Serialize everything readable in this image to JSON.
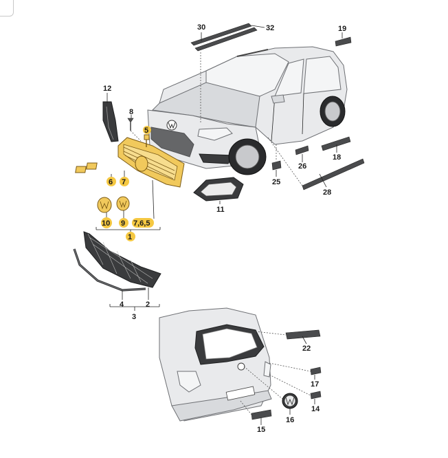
{
  "callouts": {
    "c1": "1",
    "c2": "2",
    "c3": "3",
    "c4": "4",
    "c5": "5",
    "c6": "6",
    "c765": "7,6,5",
    "c7": "7",
    "c8": "8",
    "c9": "9",
    "c10": "10",
    "c11": "11",
    "c12": "12",
    "c14": "14",
    "c15": "15",
    "c16": "16",
    "c17": "17",
    "c18": "18",
    "c19": "19",
    "c22": "22",
    "c25": "25",
    "c26": "26",
    "c28": "28",
    "c30": "30",
    "c32": "32"
  },
  "colors": {
    "highlight": "#f5c842",
    "part_highlight": "#f1c95c",
    "outline": "#6d6f73"
  }
}
